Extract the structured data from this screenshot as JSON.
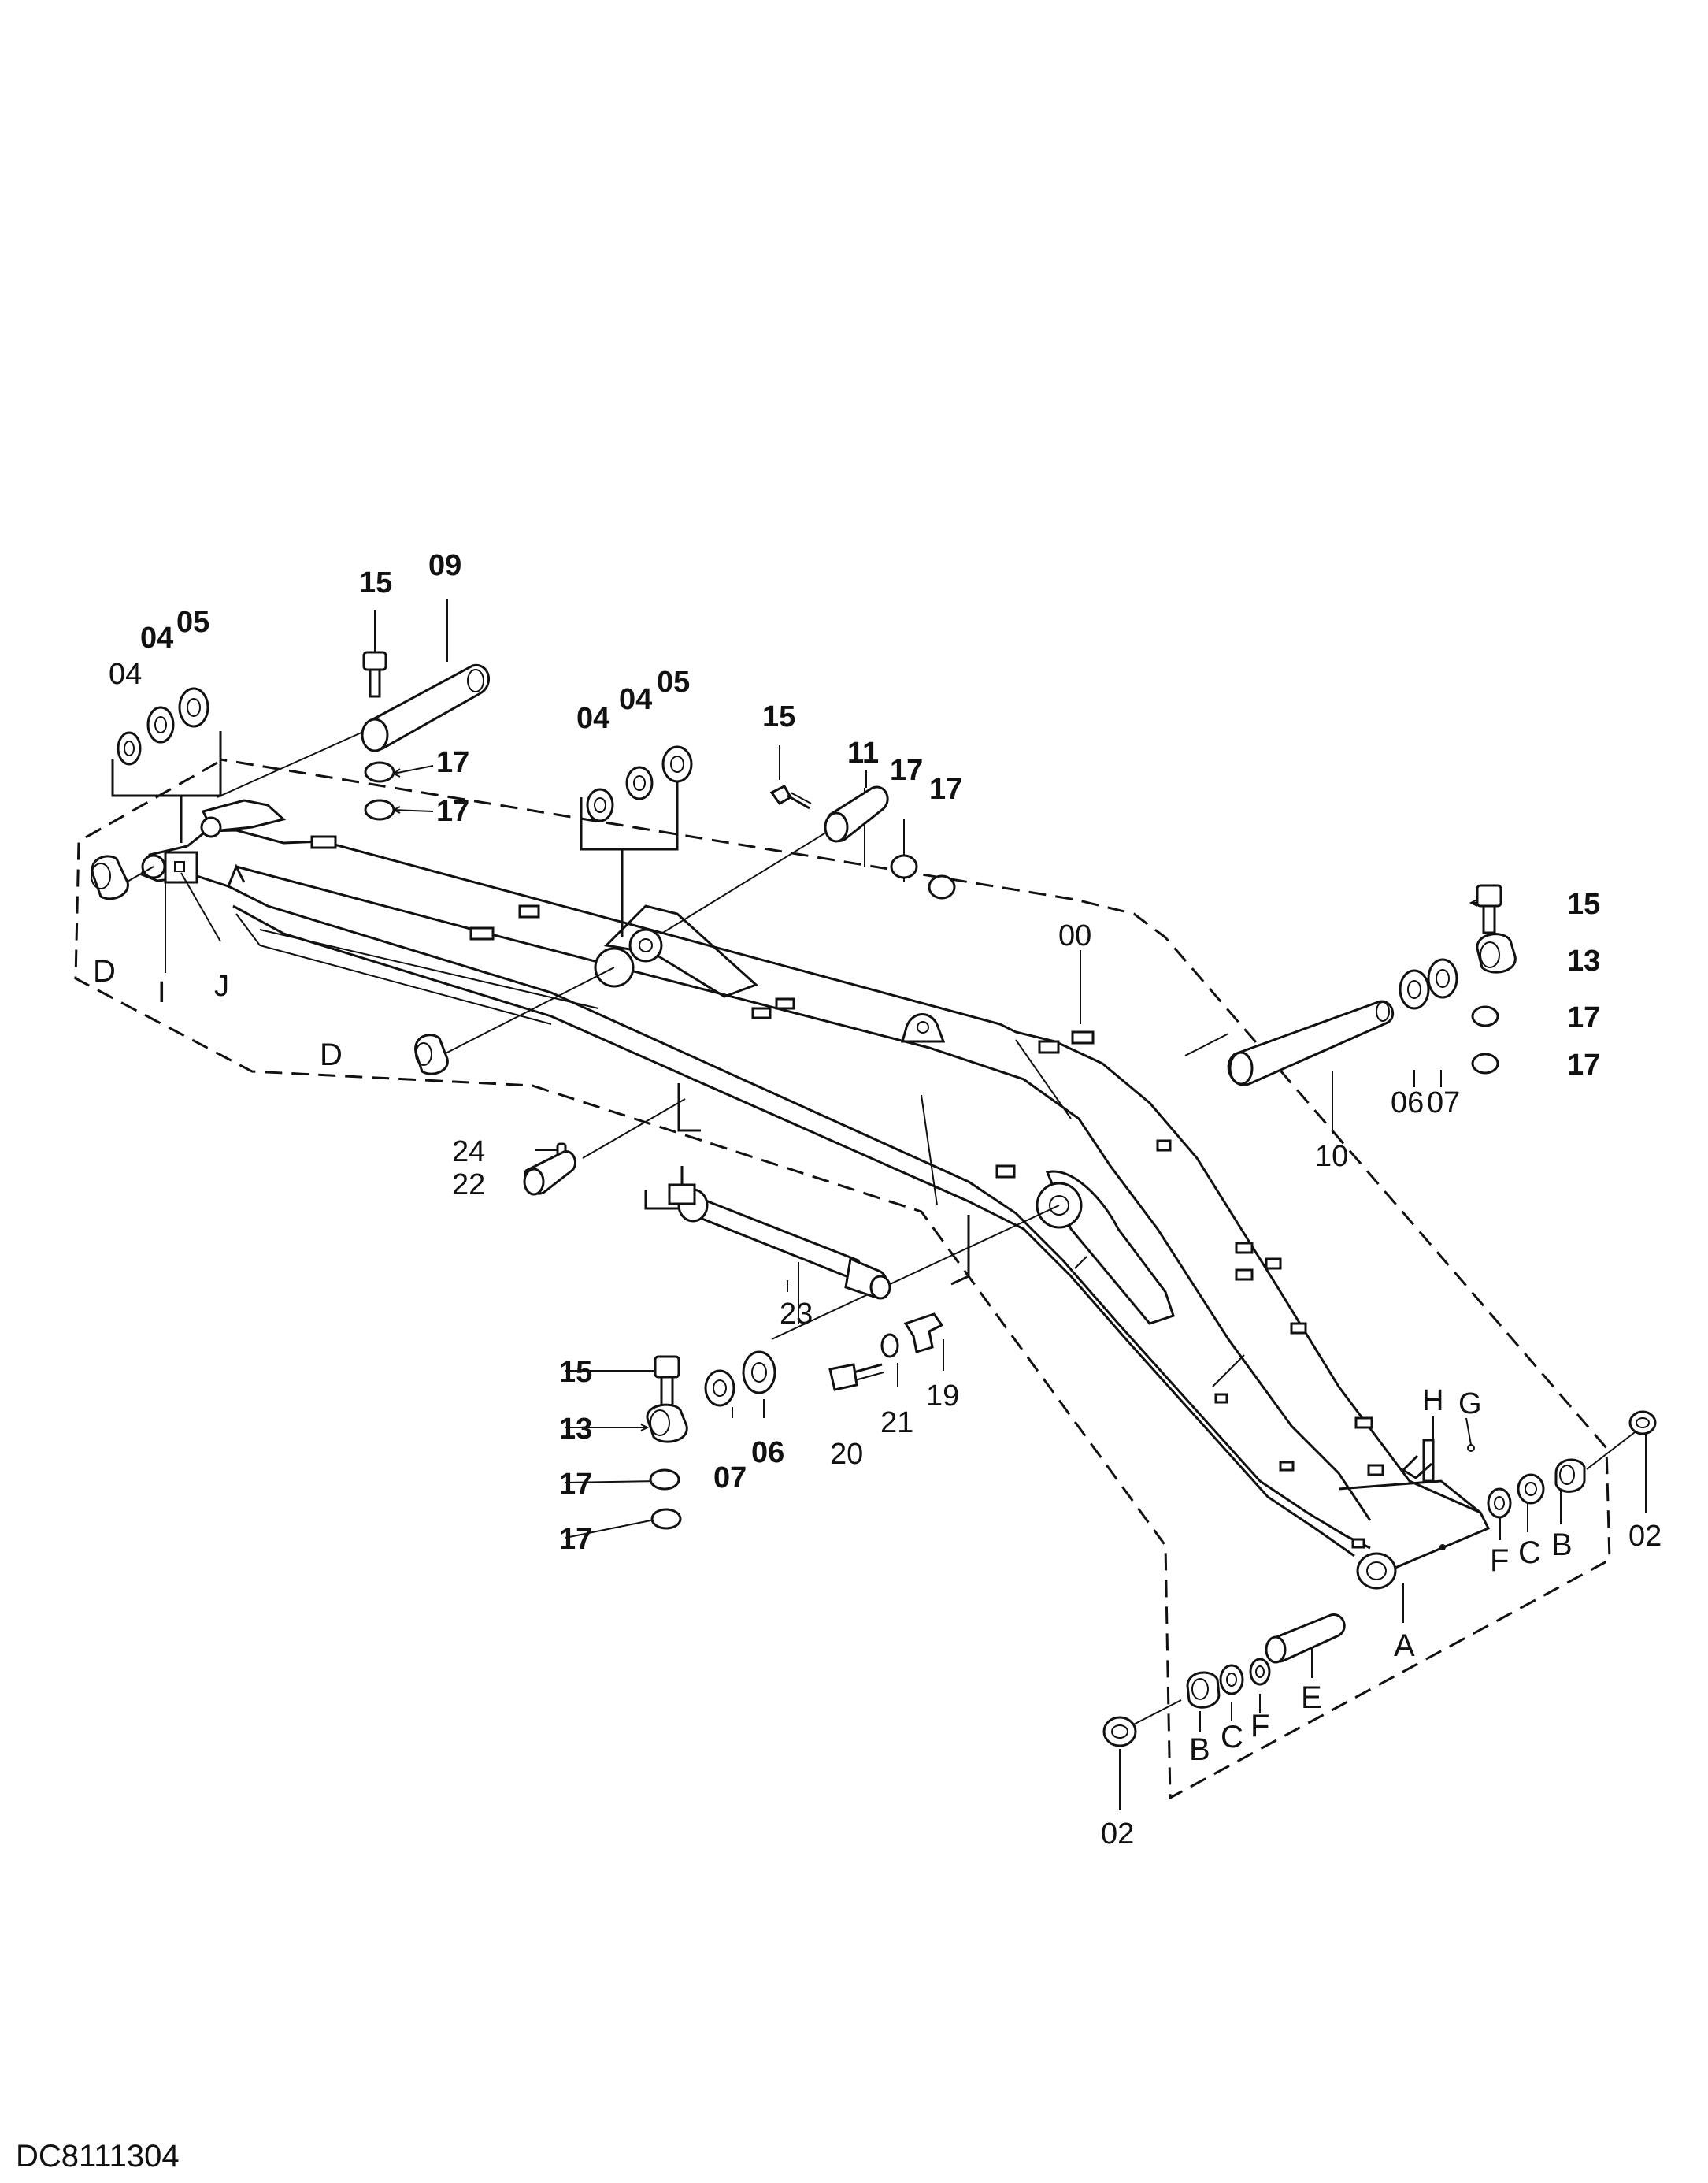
{
  "diagram": {
    "code": "DC8111304",
    "labels": {
      "l00": "00",
      "l02a": "02",
      "l02b": "02",
      "l04a": "04",
      "l04b": "04",
      "l04c": "04",
      "l04d": "04",
      "l05a": "05",
      "l05b": "05",
      "l06a": "06",
      "l06b": "06",
      "l07a": "07",
      "l07b": "07",
      "l09": "09",
      "l10": "10",
      "l11": "11",
      "l13a": "13",
      "l13b": "13",
      "l15a": "15",
      "l15b": "15",
      "l15c": "15",
      "l15d": "15",
      "l17a": "17",
      "l17b": "17",
      "l17c": "17",
      "l17d": "17",
      "l17e": "17",
      "l17f": "17",
      "l17g": "17",
      "l17h": "17",
      "l19": "19",
      "l20": "20",
      "l21": "21",
      "l22": "22",
      "l23": "23",
      "l24": "24",
      "lA": "A",
      "lBa": "B",
      "lBb": "B",
      "lCa": "C",
      "lCb": "C",
      "lDa": "D",
      "lDb": "D",
      "lE": "E",
      "lFa": "F",
      "lFb": "F",
      "lG": "G",
      "lH": "H",
      "lI": "I",
      "lJ": "J"
    }
  }
}
